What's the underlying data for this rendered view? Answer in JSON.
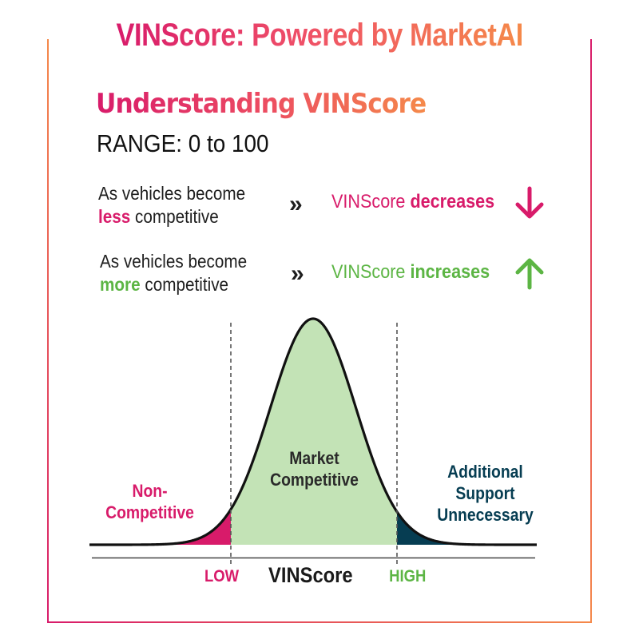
{
  "header": {
    "title": "VINScore: Powered by MarketAI"
  },
  "intro": {
    "heading": "Understanding VINScore",
    "range": "RANGE: 0 to 100"
  },
  "rules": [
    {
      "line1": "As vehicles become",
      "keyword": "less",
      "line2_rest": " competitive",
      "separator": "»",
      "result_prefix": "VINScore ",
      "result_bold": "decreases",
      "arrow_icon": "arrow-down",
      "color": "#d81b6a"
    },
    {
      "line1": "As vehicles become",
      "keyword": "more",
      "line2_rest": " competitive",
      "separator": "»",
      "result_prefix": "VINScore ",
      "result_bold": "increases",
      "arrow_icon": "arrow-up",
      "color": "#5cb544"
    }
  ],
  "diagram": {
    "regions": [
      {
        "label_line1": "Non-",
        "label_line2": "Competitive",
        "color": "#d81b6a"
      },
      {
        "label_line1": "Market",
        "label_line2": "Competitive",
        "color": "#c3e3b6"
      },
      {
        "label_line1": "Additional",
        "label_line2": "Support",
        "label_line3": "Unnecessary",
        "color": "#063d52"
      }
    ],
    "axis": {
      "low": "LOW",
      "title": "VINScore",
      "high": "HIGH"
    }
  },
  "colors": {
    "magenta": "#d81b6a",
    "orange": "#f5894a",
    "green": "#5cb544",
    "light_green": "#c3e3b6",
    "dark_teal": "#063d52"
  }
}
